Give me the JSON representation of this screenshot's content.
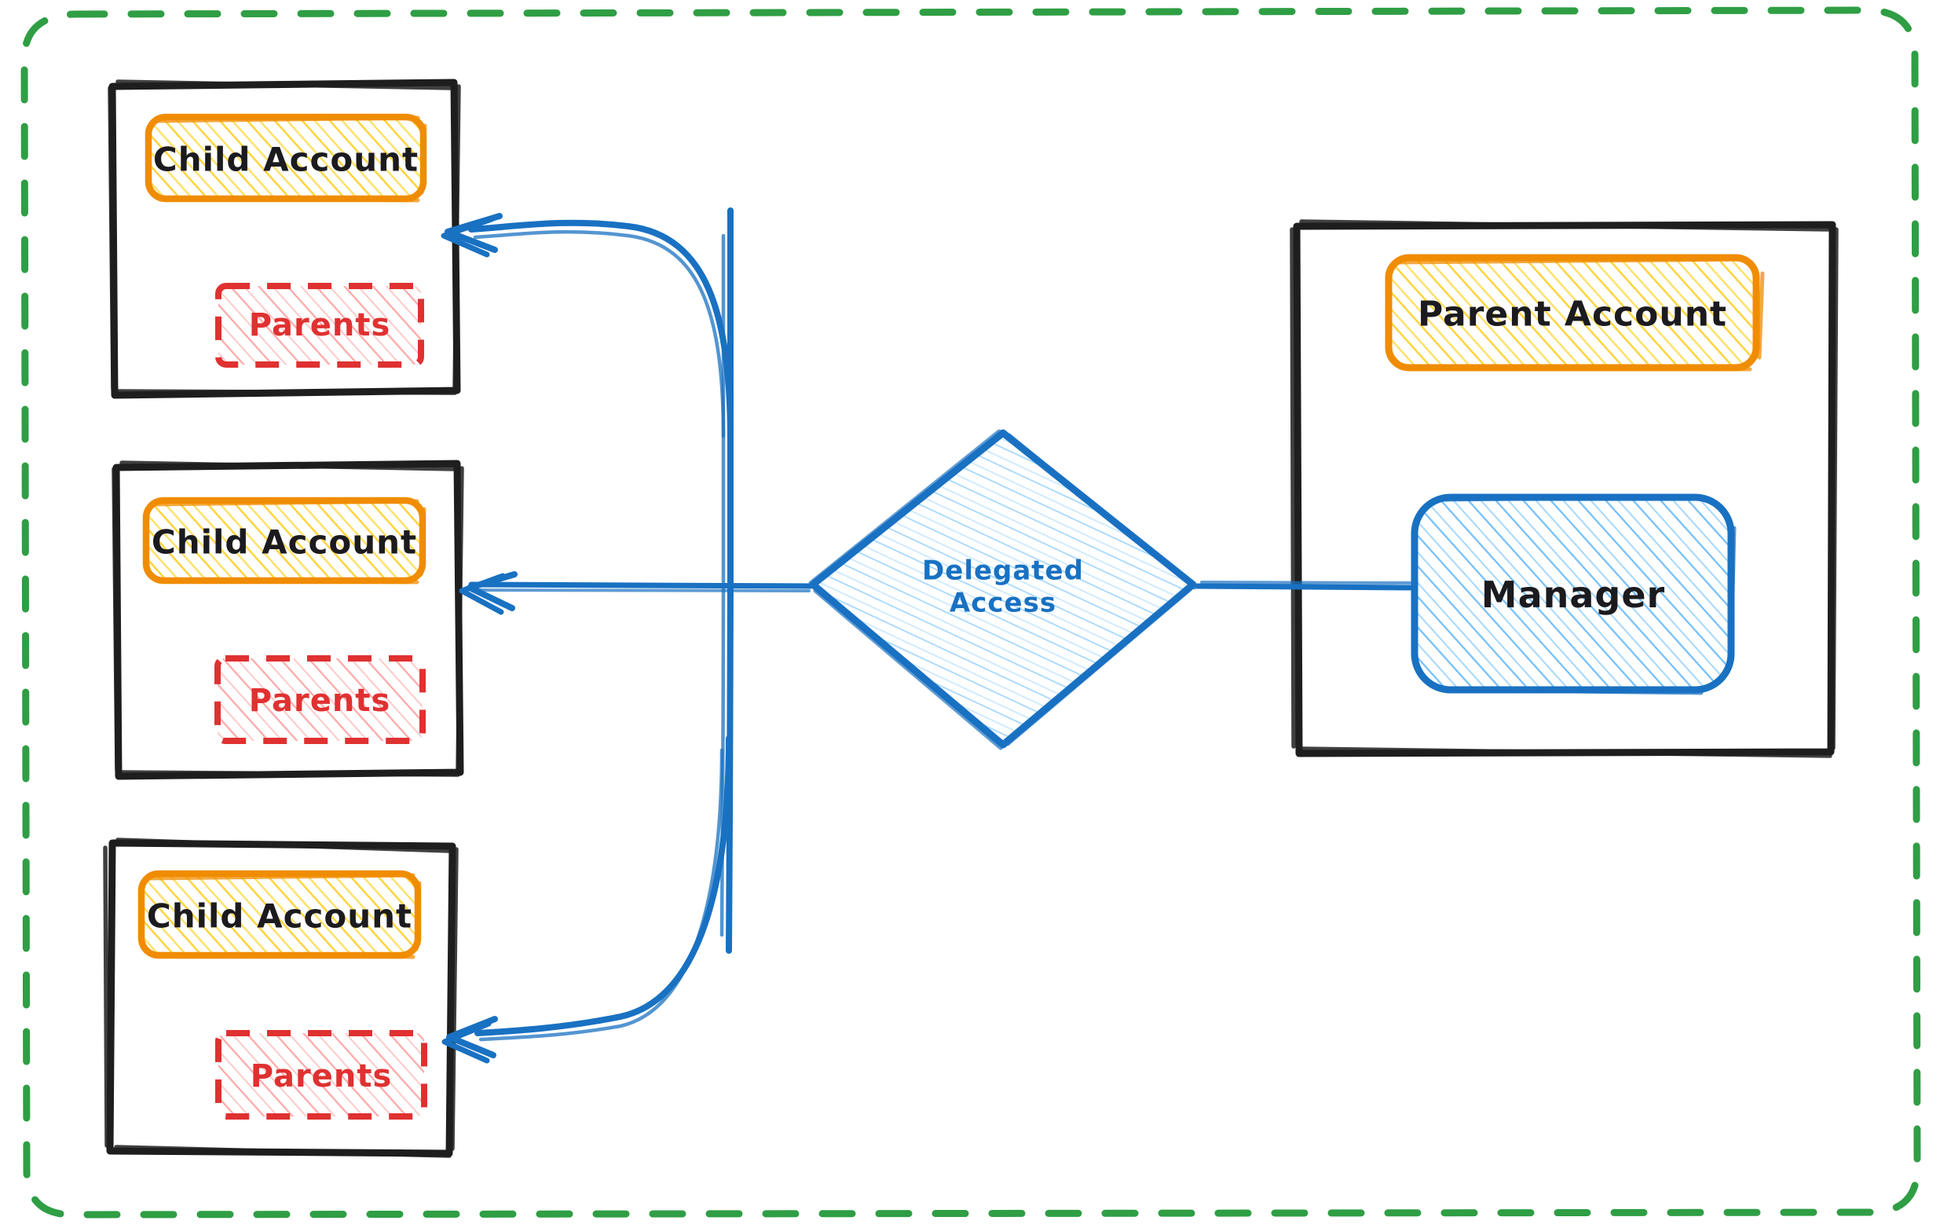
{
  "diagram": {
    "title": "Delegated Access",
    "type": "architecture-diagram",
    "style": "hand-drawn",
    "colors": {
      "boundary_green": "#2f9e44",
      "container_black": "#1e1e1e",
      "account_orange": "#f08c00",
      "account_fill_yellow": "#ffd43b",
      "parents_red": "#e03131",
      "manager_blue": "#1971c2",
      "manager_fill_blue": "#74c0fc",
      "arrow_blue": "#1971c2",
      "background": "#ffffff"
    }
  },
  "boundary": {
    "name": "outer-boundary",
    "stroke_style": "dashed",
    "color": "#2f9e44"
  },
  "child_accounts": [
    {
      "container_label": "",
      "account_label": "Child Account",
      "parents_label": "Parents"
    },
    {
      "container_label": "",
      "account_label": "Child Account",
      "parents_label": "Parents"
    },
    {
      "container_label": "",
      "account_label": "Child Account",
      "parents_label": "Parents"
    }
  ],
  "parent_group": {
    "container_label": "",
    "account_label": "Parent Account",
    "manager_label": "Manager"
  },
  "decision": {
    "label_line1": "Delegated",
    "label_line2": "Access"
  },
  "connections": [
    {
      "from": "Manager",
      "to": "Delegated Access",
      "arrow": false
    },
    {
      "from": "Delegated Access",
      "to": "Child Account 1",
      "arrow": true
    },
    {
      "from": "Delegated Access",
      "to": "Child Account 2",
      "arrow": true
    },
    {
      "from": "Delegated Access",
      "to": "Child Account 3",
      "arrow": true
    }
  ]
}
